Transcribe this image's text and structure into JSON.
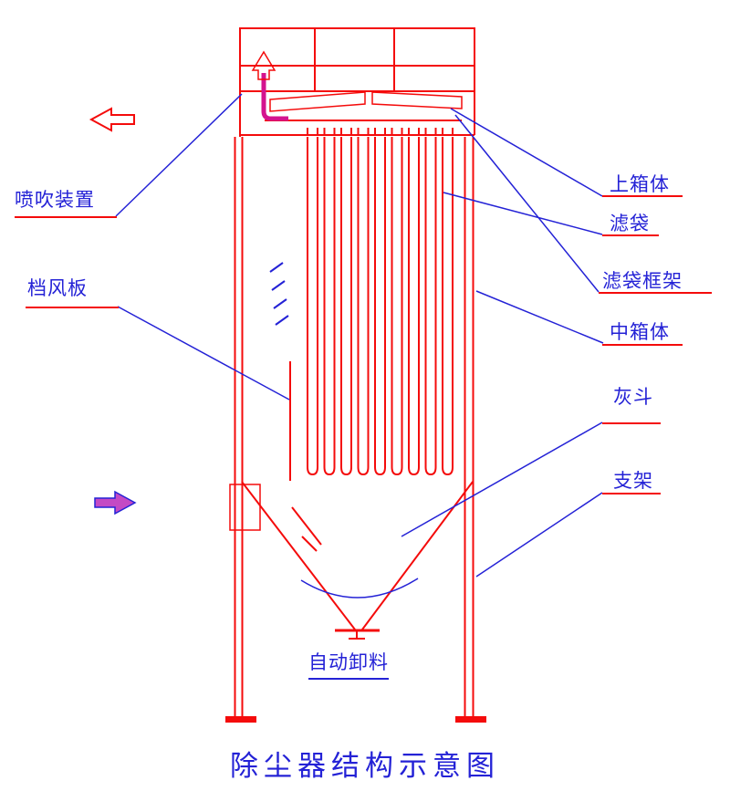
{
  "colors": {
    "red": "#f40b0b",
    "blue": "#2422d6",
    "magenta": "#d4138f",
    "title_blue": "#2422d6"
  },
  "labels": {
    "blow_device": "喷吹装置",
    "baffle": "档风板",
    "upper_box": "上箱体",
    "filter_bag": "滤袋",
    "bag_cage": "滤袋框架",
    "middle_box": "中箱体",
    "ash_hopper": "灰斗",
    "support": "支架",
    "auto_discharge": "自动卸料"
  },
  "icons": {
    "outlet_arrow": "left-block-arrow",
    "inlet_arrow": "right-block-arrow",
    "pulse_arrow": "up-arrow"
  },
  "title": "除尘器结构示意图"
}
